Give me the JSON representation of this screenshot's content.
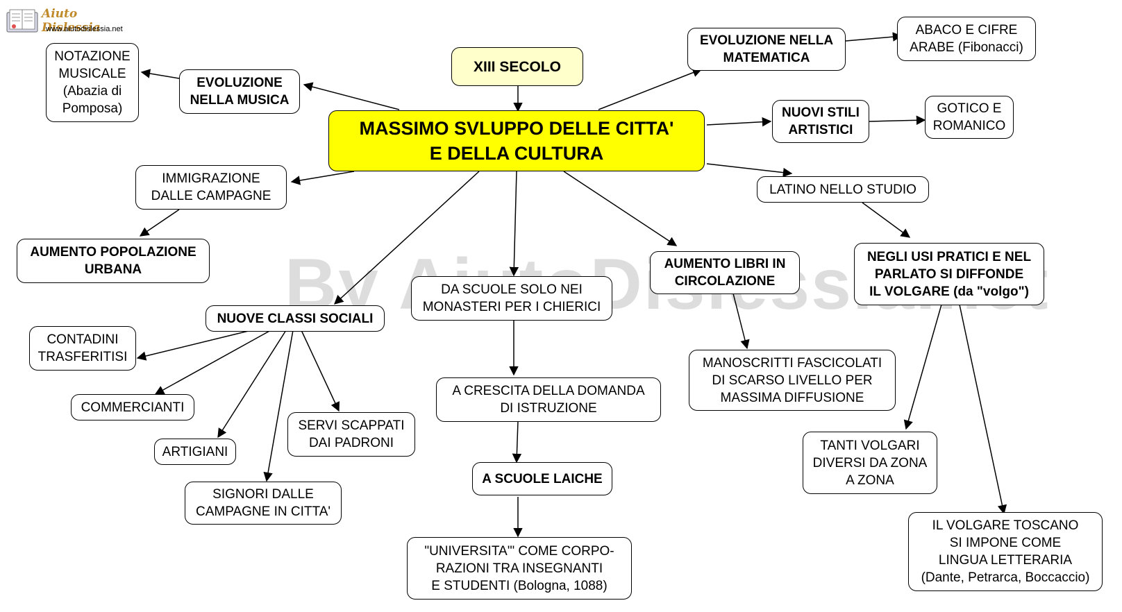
{
  "logo": {
    "title": "Aiuto Dislessia",
    "url": "www.aiutodislessia.net",
    "icon": "book-icon"
  },
  "watermark": "By AiutoDislessia.net",
  "nodes": {
    "time_period": "XIII SECOLO",
    "central": "MASSIMO SVLUPPO DELLE CITTA'\nE DELLA CULTURA",
    "music_evolution": "EVOLUZIONE\nNELLA MUSICA",
    "musical_notation": "NOTAZIONE\nMUSICALE\n(Abazia di\nPomposa)",
    "math_evolution": "EVOLUZIONE NELLA\nMATEMATICA",
    "abacus": "ABACO E CIFRE\nARABE (Fibonacci)",
    "art_styles": "NUOVI STILI\nARTISTICI",
    "gothic": "GOTICO E\nROMANICO",
    "latin": "LATINO NELLO STUDIO",
    "vulgar": "NEGLI USI PRATICI E NEL\nPARLATO SI DIFFONDE\nIL VOLGARE (da \"volgo\")",
    "many_vulgars": "TANTI VOLGARI\nDIVERSI DA ZONA\nA ZONA",
    "tuscan": "IL VOLGARE TOSCANO\nSI IMPONE COME\nLINGUA LETTERARIA\n(Dante, Petrarca, Boccaccio)",
    "immigration": "IMMIGRAZIONE\nDALLE CAMPAGNE",
    "population": "AUMENTO POPOLAZIONE\nURBANA",
    "social_classes": "NUOVE CLASSI SOCIALI",
    "farmers": "CONTADINI\nTRASFERITISI",
    "merchants": "COMMERCIANTI",
    "artisans": "ARTIGIANI",
    "serfs": "SERVI SCAPPATI\nDAI PADRONI",
    "lords": "SIGNORI DALLE\nCAMPAGNE IN CITTA'",
    "monastery_schools": "DA SCUOLE SOLO NEI\nMONASTERI PER I CHIERICI",
    "education_demand": "A CRESCITA DELLA DOMANDA\nDI ISTRUZIONE",
    "lay_schools": "A SCUOLE LAICHE",
    "universities": "\"UNIVERSITA'\" COME  CORPO-\nRAZIONI TRA INSEGNANTI\nE  STUDENTI (Bologna, 1088)",
    "books": "AUMENTO LIBRI IN\nCIRCOLAZIONE",
    "manuscripts": "MANOSCRITTI FASCICOLATI\nDI SCARSO LIVELLO PER\nMASSIMA DIFFUSIONE"
  }
}
